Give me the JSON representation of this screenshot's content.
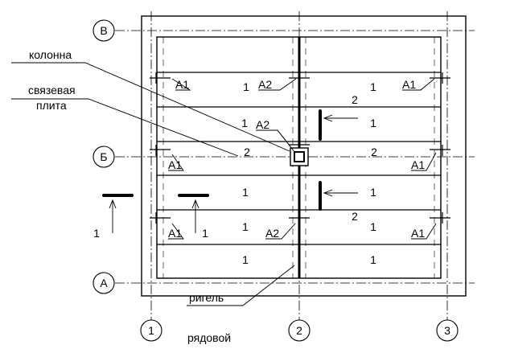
{
  "axes": {
    "rows": [
      "В",
      "Б",
      "А"
    ],
    "cols": [
      "1",
      "2",
      "3"
    ]
  },
  "callouts": {
    "column": "колонна",
    "tie_slab_1": "связевая",
    "tie_slab_2": "плита",
    "girder_1": "ригель",
    "girder_2": "рядовой"
  },
  "slab_labels": {
    "one": "1",
    "two": "2"
  },
  "anchor_labels": {
    "a1": "А1",
    "a2": "А2"
  },
  "section_label": "1"
}
